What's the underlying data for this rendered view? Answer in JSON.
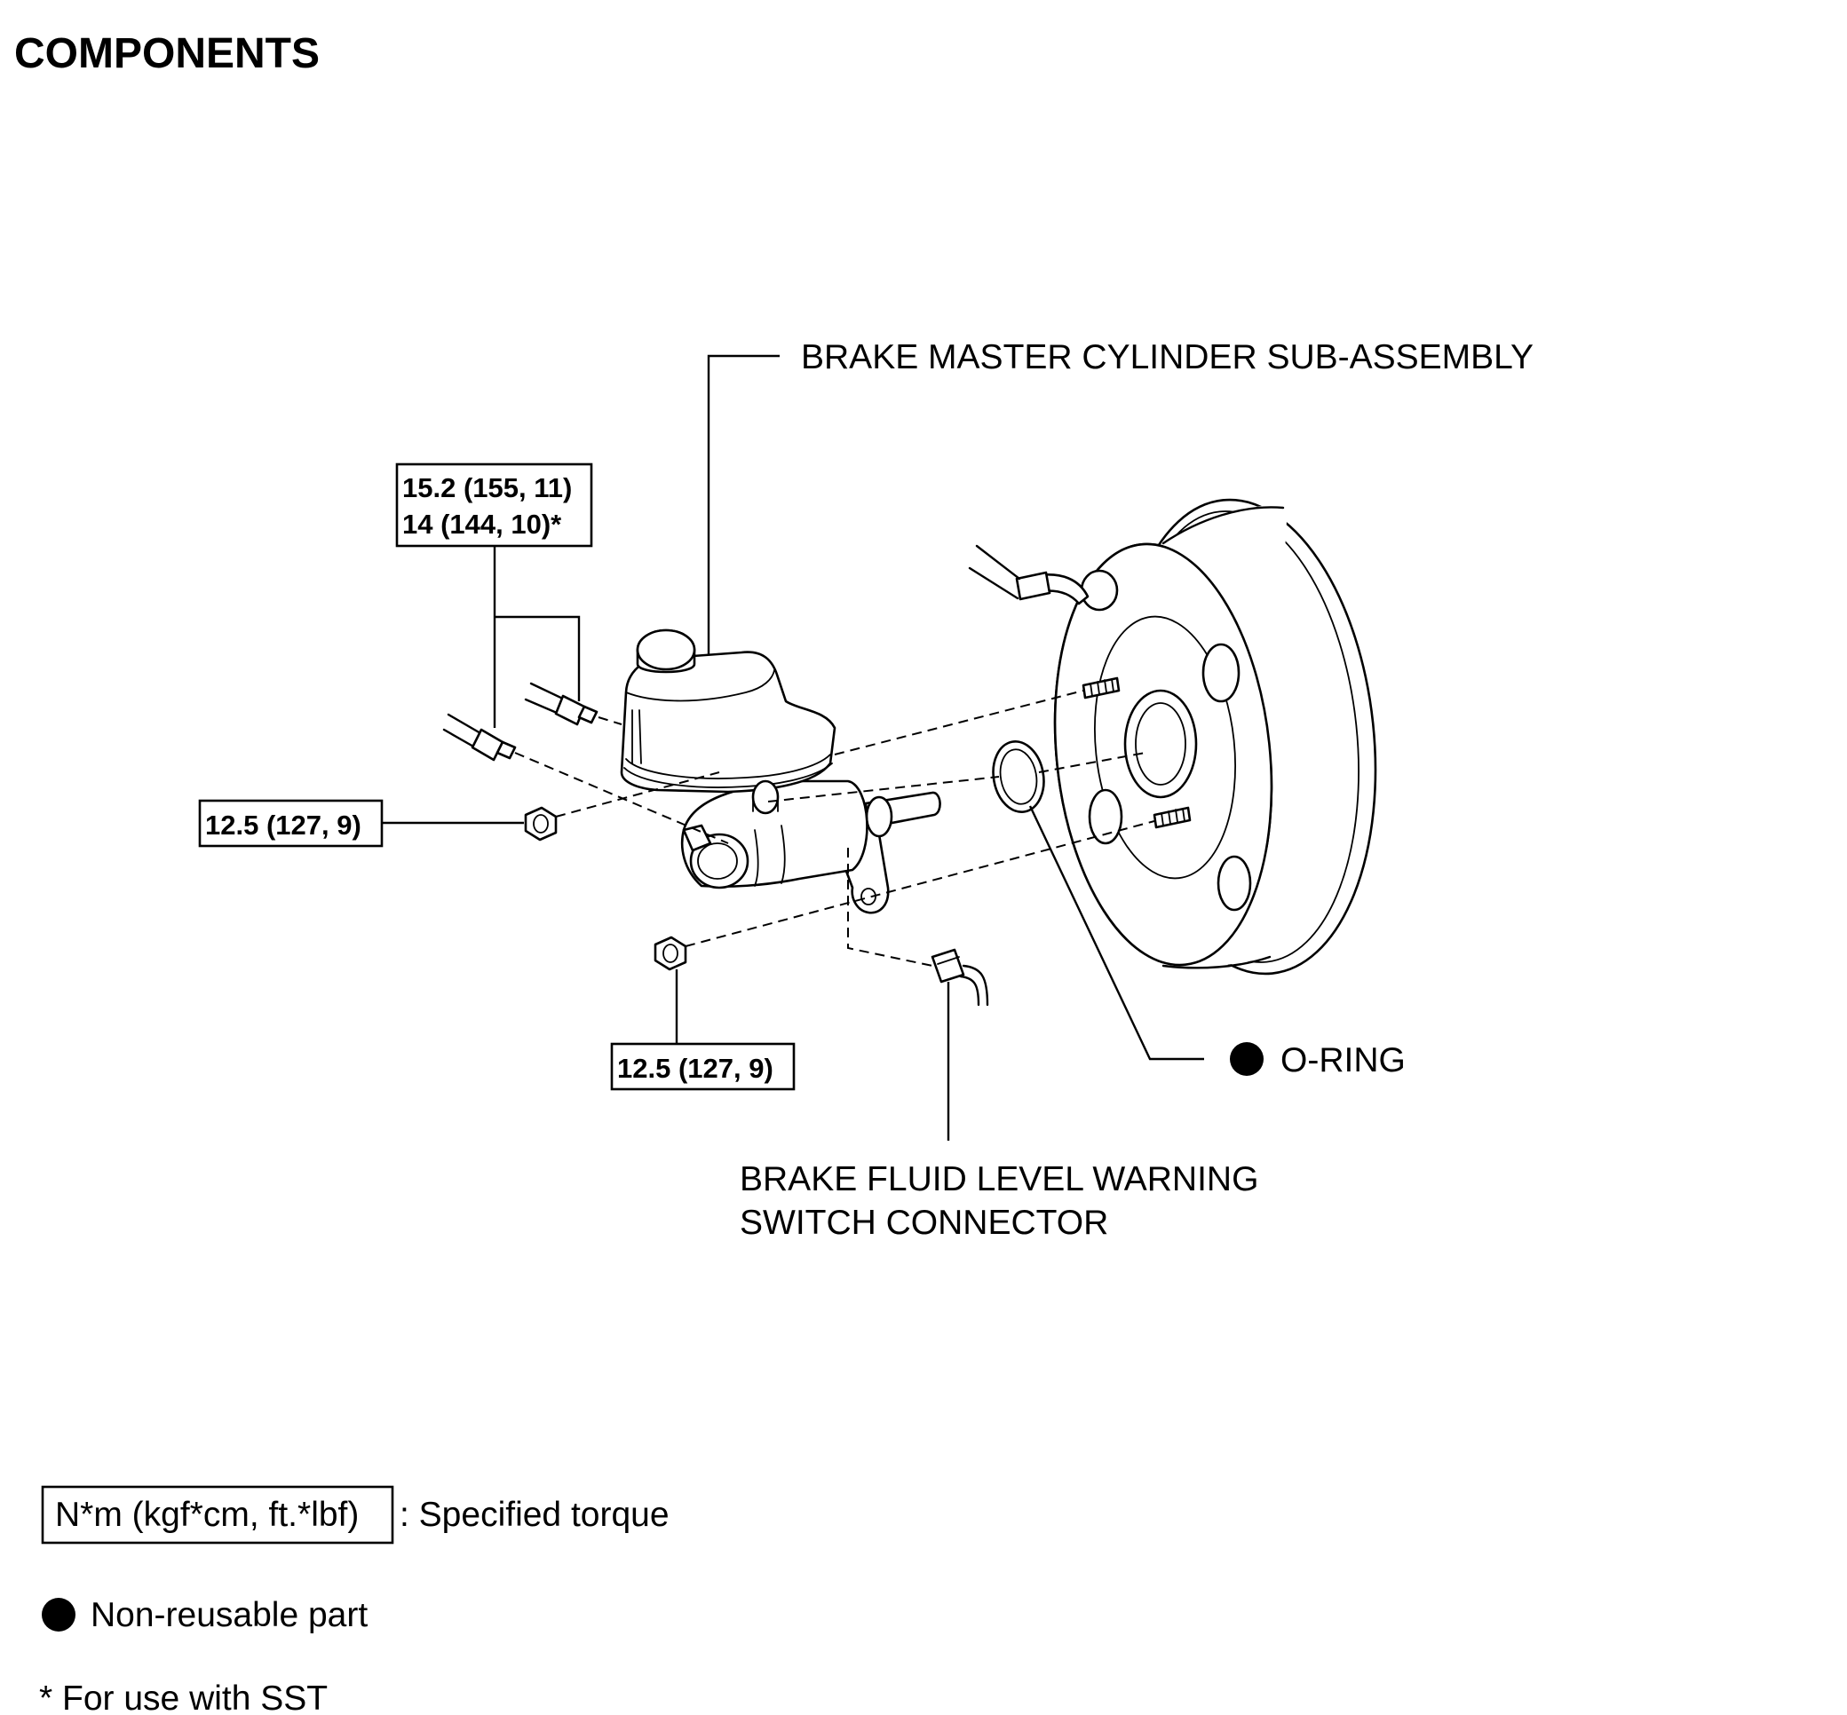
{
  "title": "COMPONENTS",
  "labels": {
    "master_cylinder": "BRAKE MASTER CYLINDER SUB-ASSEMBLY",
    "o_ring": "O-RING",
    "switch_connector_line1": "BRAKE FLUID LEVEL WARNING",
    "switch_connector_line2": "SWITCH CONNECTOR"
  },
  "torque": {
    "brake_line_line1": "15.2 (155, 11)",
    "brake_line_line2": "14 (144, 10)*",
    "upper_nut": "12.5 (127, 9)",
    "lower_nut": "12.5 (127, 9)"
  },
  "legend": {
    "torque_unit": "N*m (kgf*cm, ft.*lbf)",
    "torque_desc": ": Specified torque",
    "non_reusable": "Non-reusable part",
    "sst_note": "* For use with SST"
  },
  "icons": {
    "non_reusable": "filled-circle-icon"
  }
}
